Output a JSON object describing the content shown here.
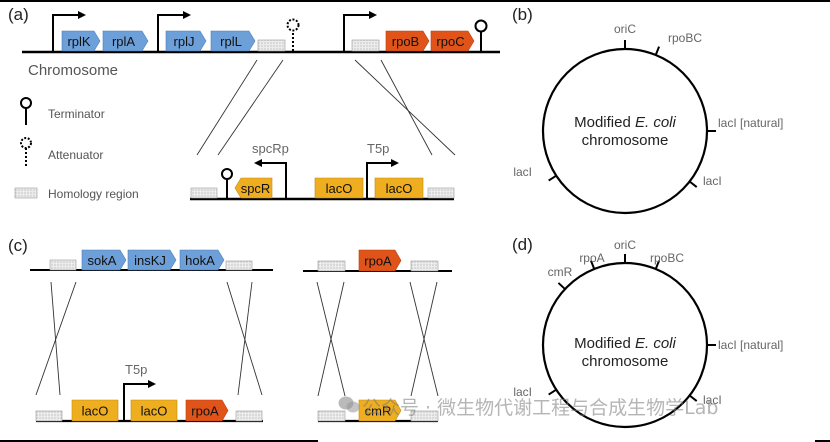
{
  "colors": {
    "blue_gene": "#6d9fd8",
    "orange_gene": "#e0541a",
    "yellow_gene": "#efae1f",
    "line": "#000000",
    "label_gray": "#666666",
    "homology_fill": "#e6e6e6"
  },
  "panel_a": {
    "label": "(a)",
    "chromosome_label": "Chromosome",
    "chromosome_genes": [
      {
        "name": "rplK",
        "color": "blue"
      },
      {
        "name": "rplA",
        "color": "blue"
      },
      {
        "name": "rplJ",
        "color": "blue"
      },
      {
        "name": "rplL",
        "color": "blue"
      },
      {
        "name": "rpoB",
        "color": "orange"
      },
      {
        "name": "rpoC",
        "color": "orange"
      }
    ],
    "insert_genes": [
      {
        "name": "spcR",
        "color": "yellow",
        "direction": "reverse"
      },
      {
        "name": "lacO",
        "color": "yellow",
        "direction": "none"
      },
      {
        "name": "lacO",
        "color": "yellow",
        "direction": "none"
      }
    ],
    "promoters": [
      "spcRp",
      "T5p"
    ],
    "legend": [
      {
        "icon": "terminator-icon",
        "label": "Terminator"
      },
      {
        "icon": "attenuator-icon",
        "label": "Attenuator"
      },
      {
        "icon": "homology-region-icon",
        "label": "Homology region"
      }
    ]
  },
  "panel_b": {
    "label": "(b)",
    "center_text_line1": "Modified ",
    "center_text_italic": "E. coli",
    "center_text_line2": "chromosome",
    "markers": [
      {
        "label": "oriC"
      },
      {
        "label": "rpoBC"
      },
      {
        "label": "lacI [natural]"
      },
      {
        "label": "lacI"
      },
      {
        "label": "lacI"
      }
    ]
  },
  "panel_c": {
    "label": "(c)",
    "left_top_genes": [
      {
        "name": "sokA",
        "color": "blue"
      },
      {
        "name": "insKJ",
        "color": "blue"
      },
      {
        "name": "hokA",
        "color": "blue"
      }
    ],
    "left_bottom_genes": [
      {
        "name": "lacO",
        "color": "yellow"
      },
      {
        "name": "lacO",
        "color": "yellow"
      },
      {
        "name": "rpoA",
        "color": "orange"
      }
    ],
    "left_promoter": "T5p",
    "right_top_genes": [
      {
        "name": "rpoA",
        "color": "orange"
      }
    ],
    "right_bottom_genes": [
      {
        "name": "cmR",
        "color": "yellow"
      }
    ]
  },
  "panel_d": {
    "label": "(d)",
    "center_text_line1": "Modified ",
    "center_text_italic": "E. coli",
    "center_text_line2": "chromosome",
    "markers": [
      {
        "label": "cmR"
      },
      {
        "label": "rpoA"
      },
      {
        "label": "oriC"
      },
      {
        "label": "rpoBC"
      },
      {
        "label": "lacI [natural]"
      },
      {
        "label": "lacI"
      },
      {
        "label": "lacI"
      }
    ]
  },
  "watermark": "公众号 · 微生物代谢工程与合成生物学Lab"
}
